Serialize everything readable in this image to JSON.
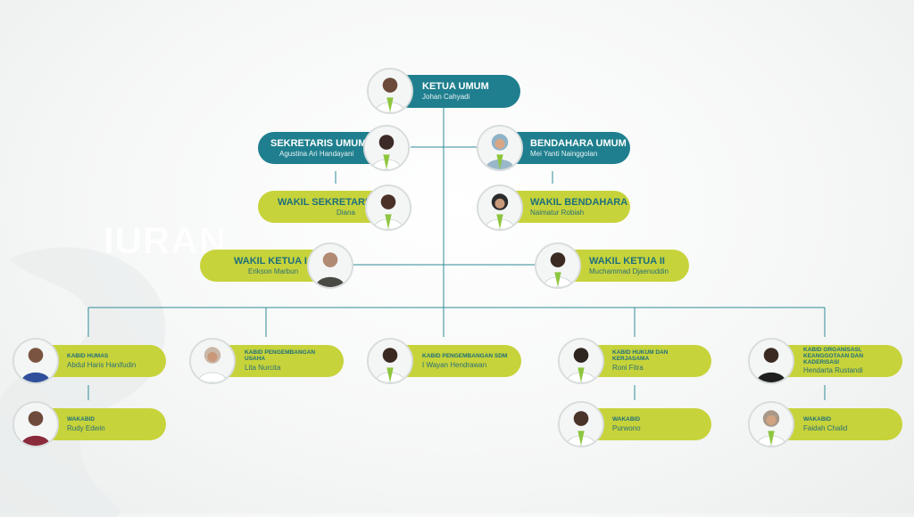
{
  "colors": {
    "teal": "#1f7f8e",
    "lime": "#c7d33a",
    "line": "#2f8c96"
  },
  "watermark": {
    "word": "IURAN"
  },
  "org": {
    "ketua_umum": {
      "title": "KETUA UMUM",
      "name": "Johan Cahyadi"
    },
    "sekretaris_umum": {
      "title": "SEKRETARIS UMUM",
      "name": "Agustina Ari Handayani"
    },
    "bendahara_umum": {
      "title": "BENDAHARA UMUM",
      "name": "Mei Yanti Nainggolan"
    },
    "wakil_sekretaris": {
      "title": "WAKIL SEKRETARIS",
      "name": "Diana"
    },
    "wakil_bendahara": {
      "title": "WAKIL BENDAHARA",
      "name": "Naimatur Robiah"
    },
    "wakil_ketua_1": {
      "title": "WAKIL KETUA I",
      "name": "Erikson Marbun"
    },
    "wakil_ketua_2": {
      "title": "WAKIL KETUA II",
      "name": "Muchammad Djaenuddin"
    },
    "kabid_humas": {
      "title": "KABID HUMAS",
      "name": "Abdul  Haris Hanifudin"
    },
    "wakabid_humas": {
      "title": "WAKABID",
      "name": "Rudy Edwin"
    },
    "kabid_usaha": {
      "title": "KABID PENGEMBANGAN USAHA",
      "name": "Lita Nurcita"
    },
    "kabid_sdm": {
      "title": "KABID PENGEMBANGAN SDM",
      "name": "I Wayan Hendrawan"
    },
    "kabid_hukum": {
      "title": "KABID HUKUM DAN KERJASAMA",
      "name": "Roni  Fitra"
    },
    "wakabid_hukum": {
      "title": "WAKABID",
      "name": "Purwono"
    },
    "kabid_organisasi": {
      "title": "KABID ORGANISASI, KEANGGOTAAN DAN KADERISASI",
      "name": "Hendarta Rustandi"
    },
    "wakabid_organisasi": {
      "title": "WAKABID",
      "name": "Faidah Chalid"
    }
  }
}
